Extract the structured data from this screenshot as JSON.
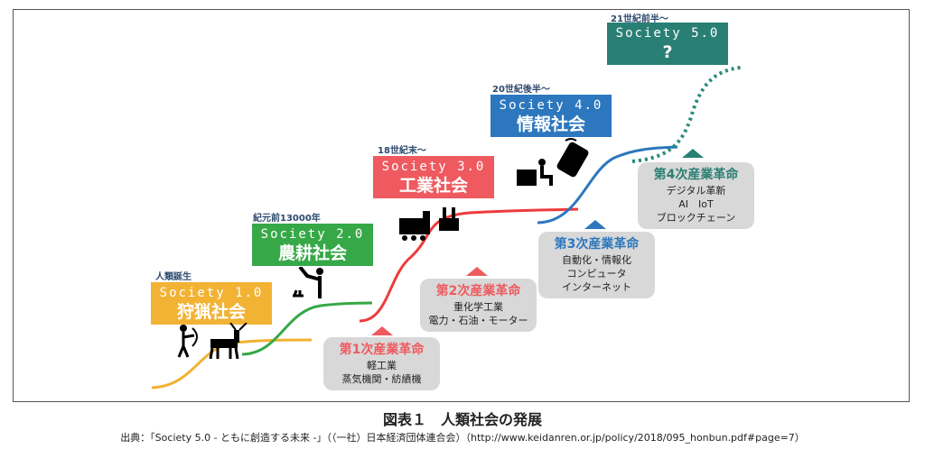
{
  "societies": [
    {
      "era": "人類誕生",
      "name": "Society 1.0",
      "label": "狩猟社会",
      "color": "#f2b233"
    },
    {
      "era": "紀元前13000年",
      "name": "Society 2.0",
      "label": "農耕社会",
      "color": "#36a847"
    },
    {
      "era": "18世紀末〜",
      "name": "Society 3.0",
      "label": "工業社会",
      "color": "#ee5a5f"
    },
    {
      "era": "20世紀後半〜",
      "name": "Society 4.0",
      "label": "情報社会",
      "color": "#2c77bd"
    },
    {
      "era": "21世紀前半〜",
      "name": "Society 5.0",
      "label": "?",
      "color": "#2a7f74"
    }
  ],
  "revolutions": [
    {
      "title": "第1次産業革命",
      "lines": [
        "軽工業",
        "蒸気機関・紡績機"
      ],
      "color": "#ee5a5f"
    },
    {
      "title": "第2次産業革命",
      "lines": [
        "重化学工業",
        "電力・石油・モーター"
      ],
      "color": "#ee5a5f"
    },
    {
      "title": "第3次産業革命",
      "lines": [
        "自動化・情報化",
        "コンピュータ",
        "インターネット"
      ],
      "color": "#2c77bd"
    },
    {
      "title": "第4次産業革命",
      "lines": [
        "デジタル革新",
        "AI　IoT",
        "ブロックチェーン"
      ],
      "color": "#2a7f74"
    }
  ],
  "caption": {
    "title": "図表１　人類社会の発展",
    "source": "出典：「Society 5.0 - ともに創造する未来 -」（（一社）日本経済団体連合会）（http://www.keidanren.or.jp/policy/2018/095_honbun.pdf#page=7）"
  }
}
